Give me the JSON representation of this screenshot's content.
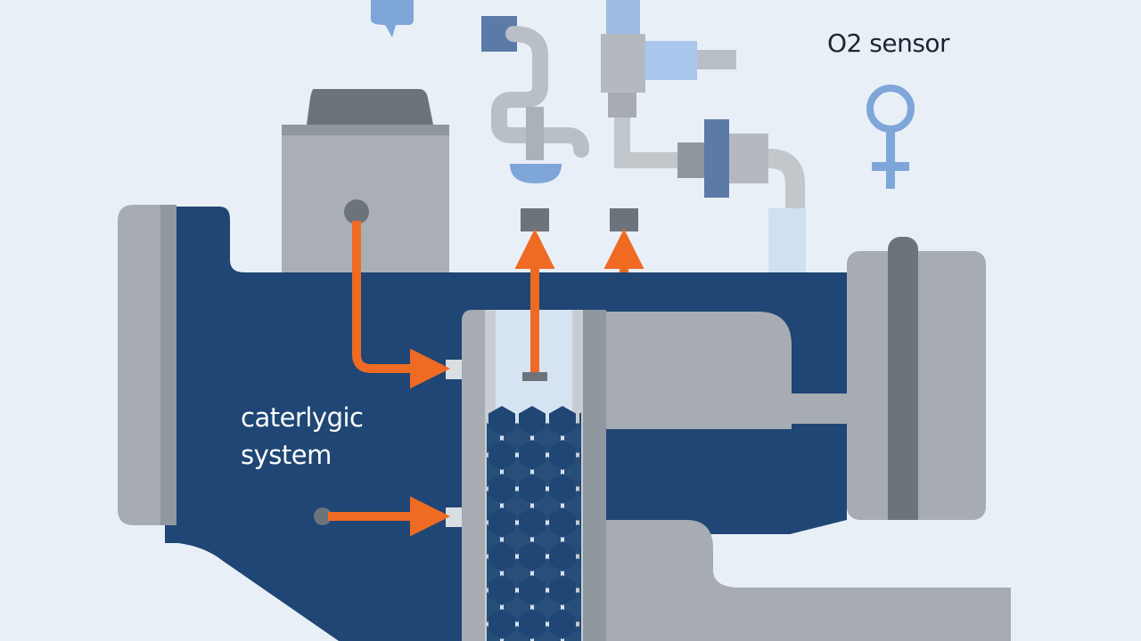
{
  "labels": {
    "o2_sensor": "O2 sensor",
    "system_line1": "caterlygic",
    "system_line2": "system"
  },
  "colors": {
    "background": "#e9eff7",
    "housing_navy": "#1f4674",
    "metal_gray": "#a6acb2",
    "dark_gray": "#6c737b",
    "light_gray": "#c4c8cd",
    "arrow_orange": "#ef6a22",
    "sensor_blue": "#7ea6d9",
    "pale_blue": "#c9dcf2"
  },
  "icons": [
    "o2-sensor-icon",
    "flow-arrow-icon",
    "honeycomb-substrate-icon",
    "speech-bubble-icon"
  ]
}
